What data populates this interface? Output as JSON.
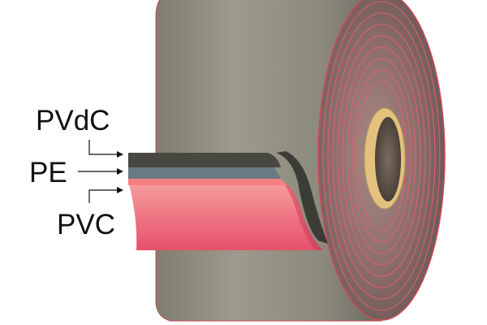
{
  "diagram": {
    "layers": [
      {
        "id": "pvdc",
        "label": "PVdC",
        "color": "#4a4a42"
      },
      {
        "id": "pe",
        "label": "PE",
        "color": "#6a7a84"
      },
      {
        "id": "pvc",
        "label": "PVC",
        "color": "#f07272"
      }
    ],
    "roll": {
      "body_color": "#8a8a7c",
      "edge_color": "#d04a5a",
      "core_color": "#e8c888"
    }
  }
}
